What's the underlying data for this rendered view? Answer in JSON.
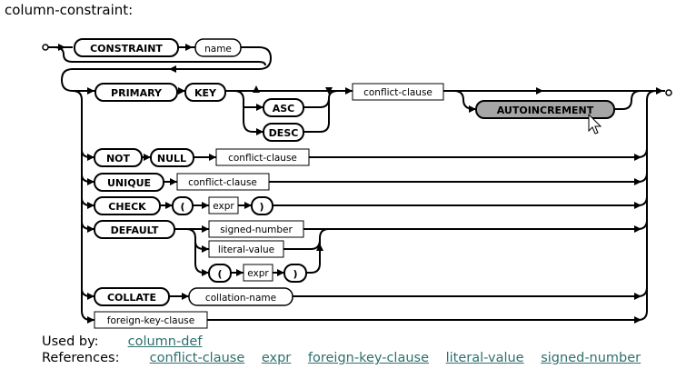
{
  "title": "column-constraint:",
  "diagram": {
    "terminals": {
      "constraint": "CONSTRAINT",
      "primary": "PRIMARY",
      "key": "KEY",
      "asc": "ASC",
      "desc": "DESC",
      "autoincrement": "AUTOINCREMENT",
      "not": "NOT",
      "null": "NULL",
      "unique": "UNIQUE",
      "check": "CHECK",
      "lparen1": "(",
      "rparen1": ")",
      "default": "DEFAULT",
      "lparen2": "(",
      "rparen2": ")",
      "collate": "COLLATE"
    },
    "nonterminals": {
      "name": "name",
      "conflict1": "conflict-clause",
      "conflict2": "conflict-clause",
      "conflict3": "conflict-clause",
      "expr1": "expr",
      "signed_number": "signed-number",
      "literal_value": "literal-value",
      "expr2": "expr",
      "collation_name": "collation-name",
      "foreign_key_clause": "foreign-key-clause"
    }
  },
  "used_by": {
    "label": "Used by:",
    "links": [
      "column-def"
    ]
  },
  "references": {
    "label": "References:",
    "links": [
      "conflict-clause",
      "expr",
      "foreign-key-clause",
      "literal-value",
      "signed-number"
    ]
  },
  "colors": {
    "highlight": "#a6a6a6",
    "link": "#2f6f6f"
  },
  "cursor_icon": "mouse-pointer-icon"
}
